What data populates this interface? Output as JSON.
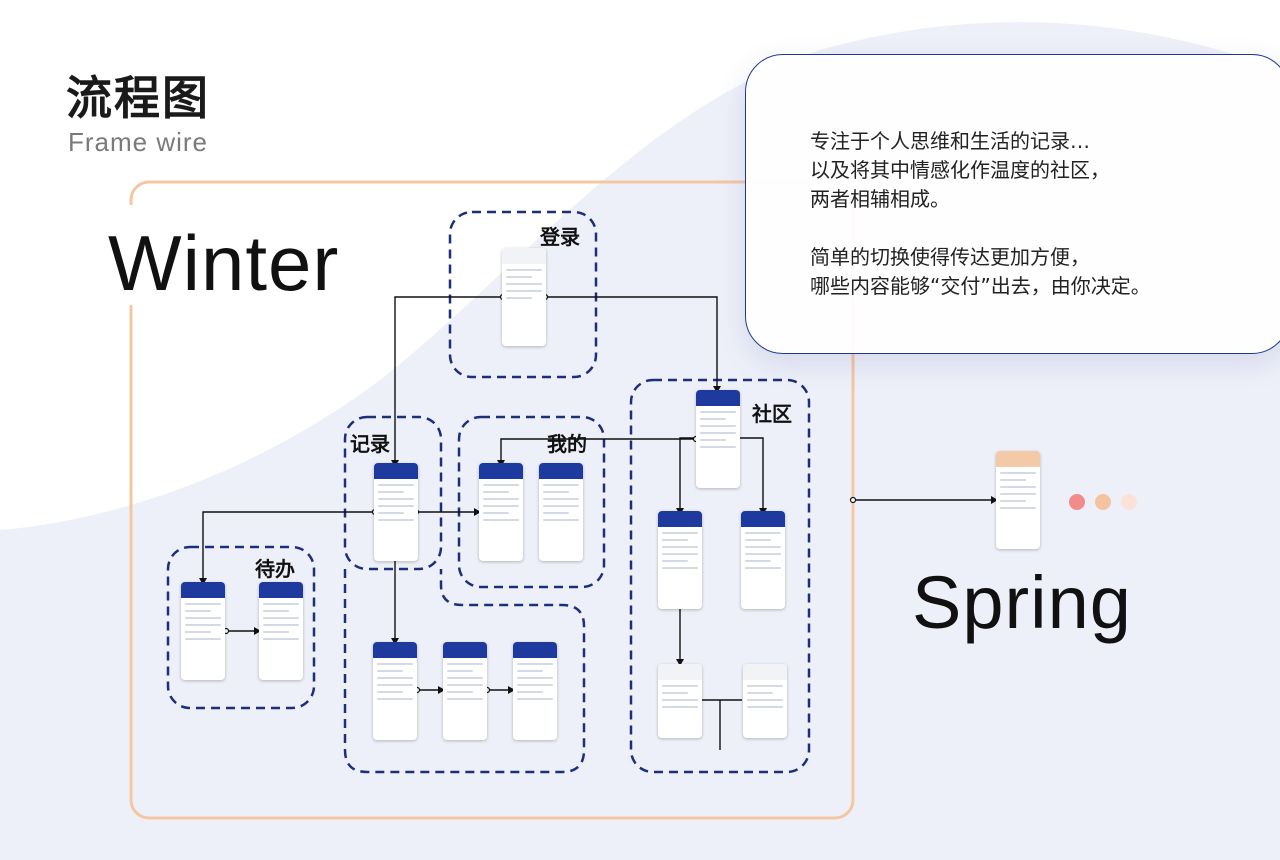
{
  "header": {
    "title": "流程图",
    "subtitle": "Frame wire"
  },
  "labels": {
    "winter": "Winter",
    "spring": "Spring"
  },
  "note": {
    "lines": [
      "专注于个人思维和生活的记录…",
      "以及将其中情感化作温度的社区，",
      "两者相辅相成。",
      "简单的切换使得传达更加方便，",
      "哪些内容能够“交付”出去，由你决定。"
    ]
  },
  "groups": {
    "login": "登录",
    "record": "记录",
    "mine": "我的",
    "community": "社区",
    "todo": "待办"
  },
  "colors": {
    "accent": "#1f3a9e",
    "frame": "#f4c7a2",
    "dash": "#1c2f7a",
    "dots": [
      "#f28b8b",
      "#f4c3a0",
      "#fbe2d6"
    ]
  }
}
